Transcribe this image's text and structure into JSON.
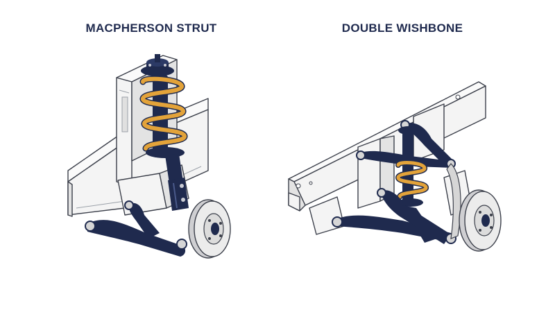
{
  "panels": [
    {
      "id": "left",
      "title": "MACPHERSON STRUT"
    },
    {
      "id": "right",
      "title": "DOUBLE WISHBONE"
    }
  ],
  "colors": {
    "navy": "#1f2a4e",
    "spring": "#e3a33a",
    "frame_face": "#f2f2f2",
    "frame_shade": "#e2e2e2",
    "outline": "#3b3f4a",
    "metal": "#d4d4d4"
  }
}
